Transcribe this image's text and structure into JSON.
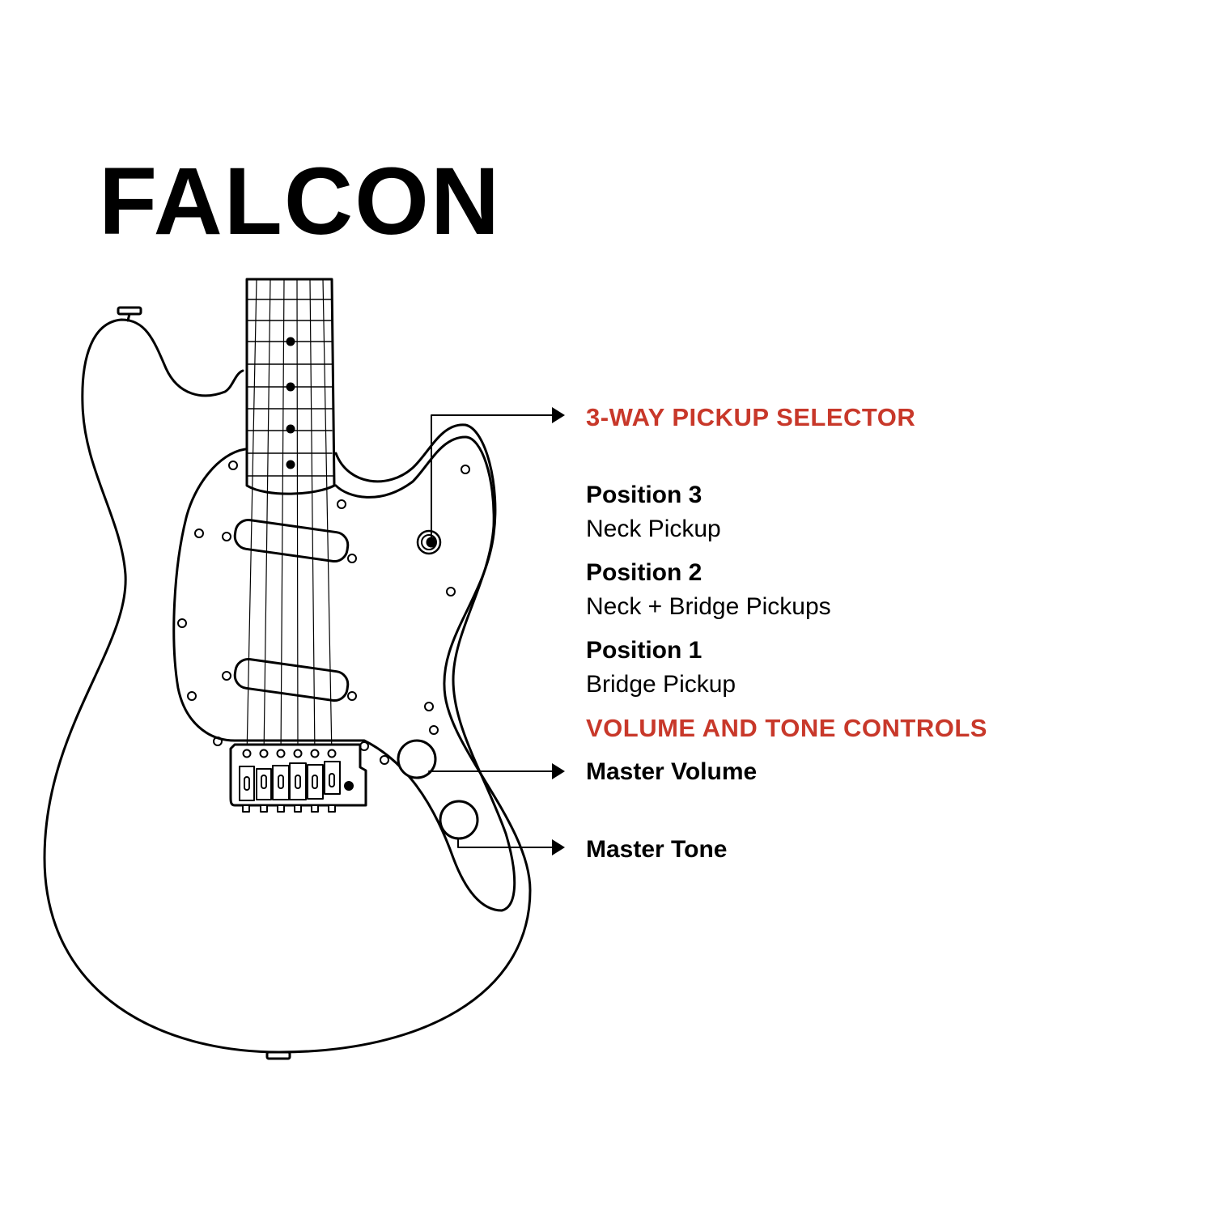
{
  "title": "FALCON",
  "colors": {
    "accent": "#c8382a",
    "line": "#000000"
  },
  "pickup_selector": {
    "heading": "3-WAY PICKUP SELECTOR",
    "positions": [
      {
        "label": "Position 3",
        "desc": "Neck Pickup"
      },
      {
        "label": "Position 2",
        "desc": "Neck + Bridge Pickups"
      },
      {
        "label": "Position 1",
        "desc": "Bridge Pickup"
      }
    ]
  },
  "controls": {
    "heading": "VOLUME AND TONE CONTROLS",
    "volume": "Master Volume",
    "tone": "Master Tone"
  }
}
